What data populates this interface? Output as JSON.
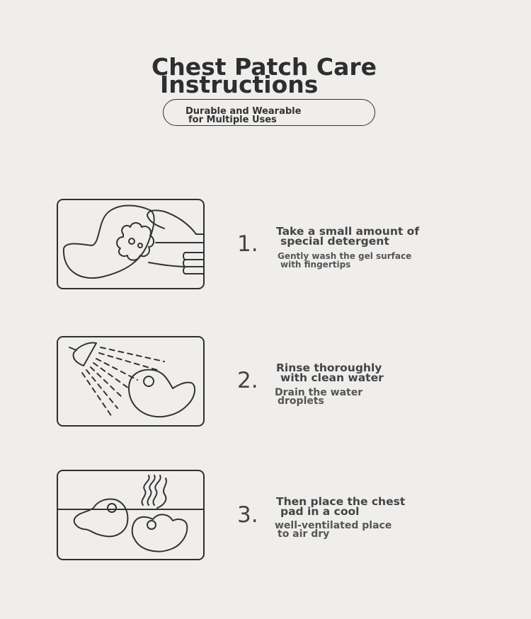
{
  "header": {
    "title_line1": "Chest Patch Care",
    "title_line2": "Instructions",
    "tagline_line1": "Durable and Wearable",
    "tagline_line2": "for Multiple Uses"
  },
  "steps": [
    {
      "number": "1.",
      "icon": "hand-washing-gel-pad-icon",
      "main_line1": "Take a small amount of",
      "main_line2": "special detergent",
      "sub_line1": "Gently wash the gel surface",
      "sub_line2": "with fingertips"
    },
    {
      "number": "2.",
      "icon": "shower-rinse-pad-icon",
      "main_line1": "Rinse thoroughly",
      "main_line2": "with clean water",
      "sub_line1": "Drain the water",
      "sub_line2": "droplets"
    },
    {
      "number": "3.",
      "icon": "air-dry-pads-icon",
      "main_line1": "Then place the chest",
      "main_line2": "pad in a cool",
      "sub_line1": "well-ventilated place",
      "sub_line2": "to air dry"
    }
  ]
}
